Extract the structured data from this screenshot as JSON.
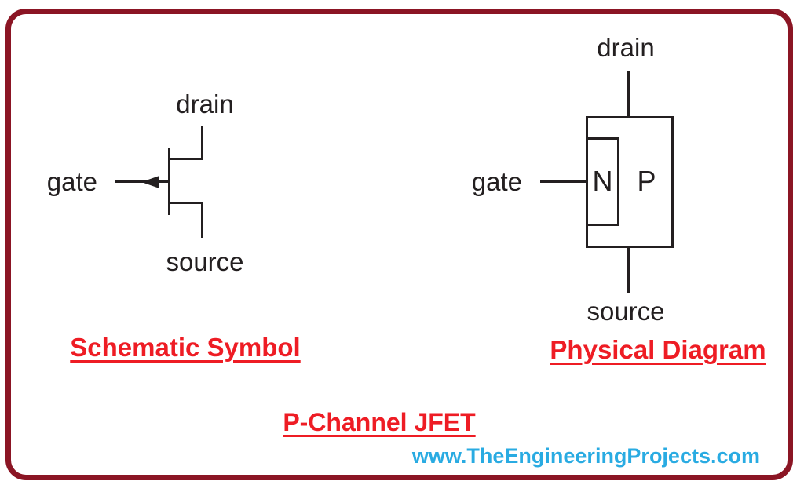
{
  "colors": {
    "line": "#231f20",
    "caption_red": "#ee1c24",
    "watermark_blue": "#29abe2",
    "frame_maroon": "#8b1524",
    "background": "#ffffff"
  },
  "title": "P-Channel JFET",
  "watermark": "www.TheEngineeringProjects.com",
  "schematic": {
    "caption": "Schematic Symbol",
    "labels": {
      "drain": "drain",
      "gate": "gate",
      "source": "source"
    }
  },
  "physical": {
    "caption": "Physical Diagram",
    "labels": {
      "drain": "drain",
      "gate": "gate",
      "source": "source"
    },
    "regions": {
      "gate_region": "N",
      "channel_region": "P"
    }
  }
}
